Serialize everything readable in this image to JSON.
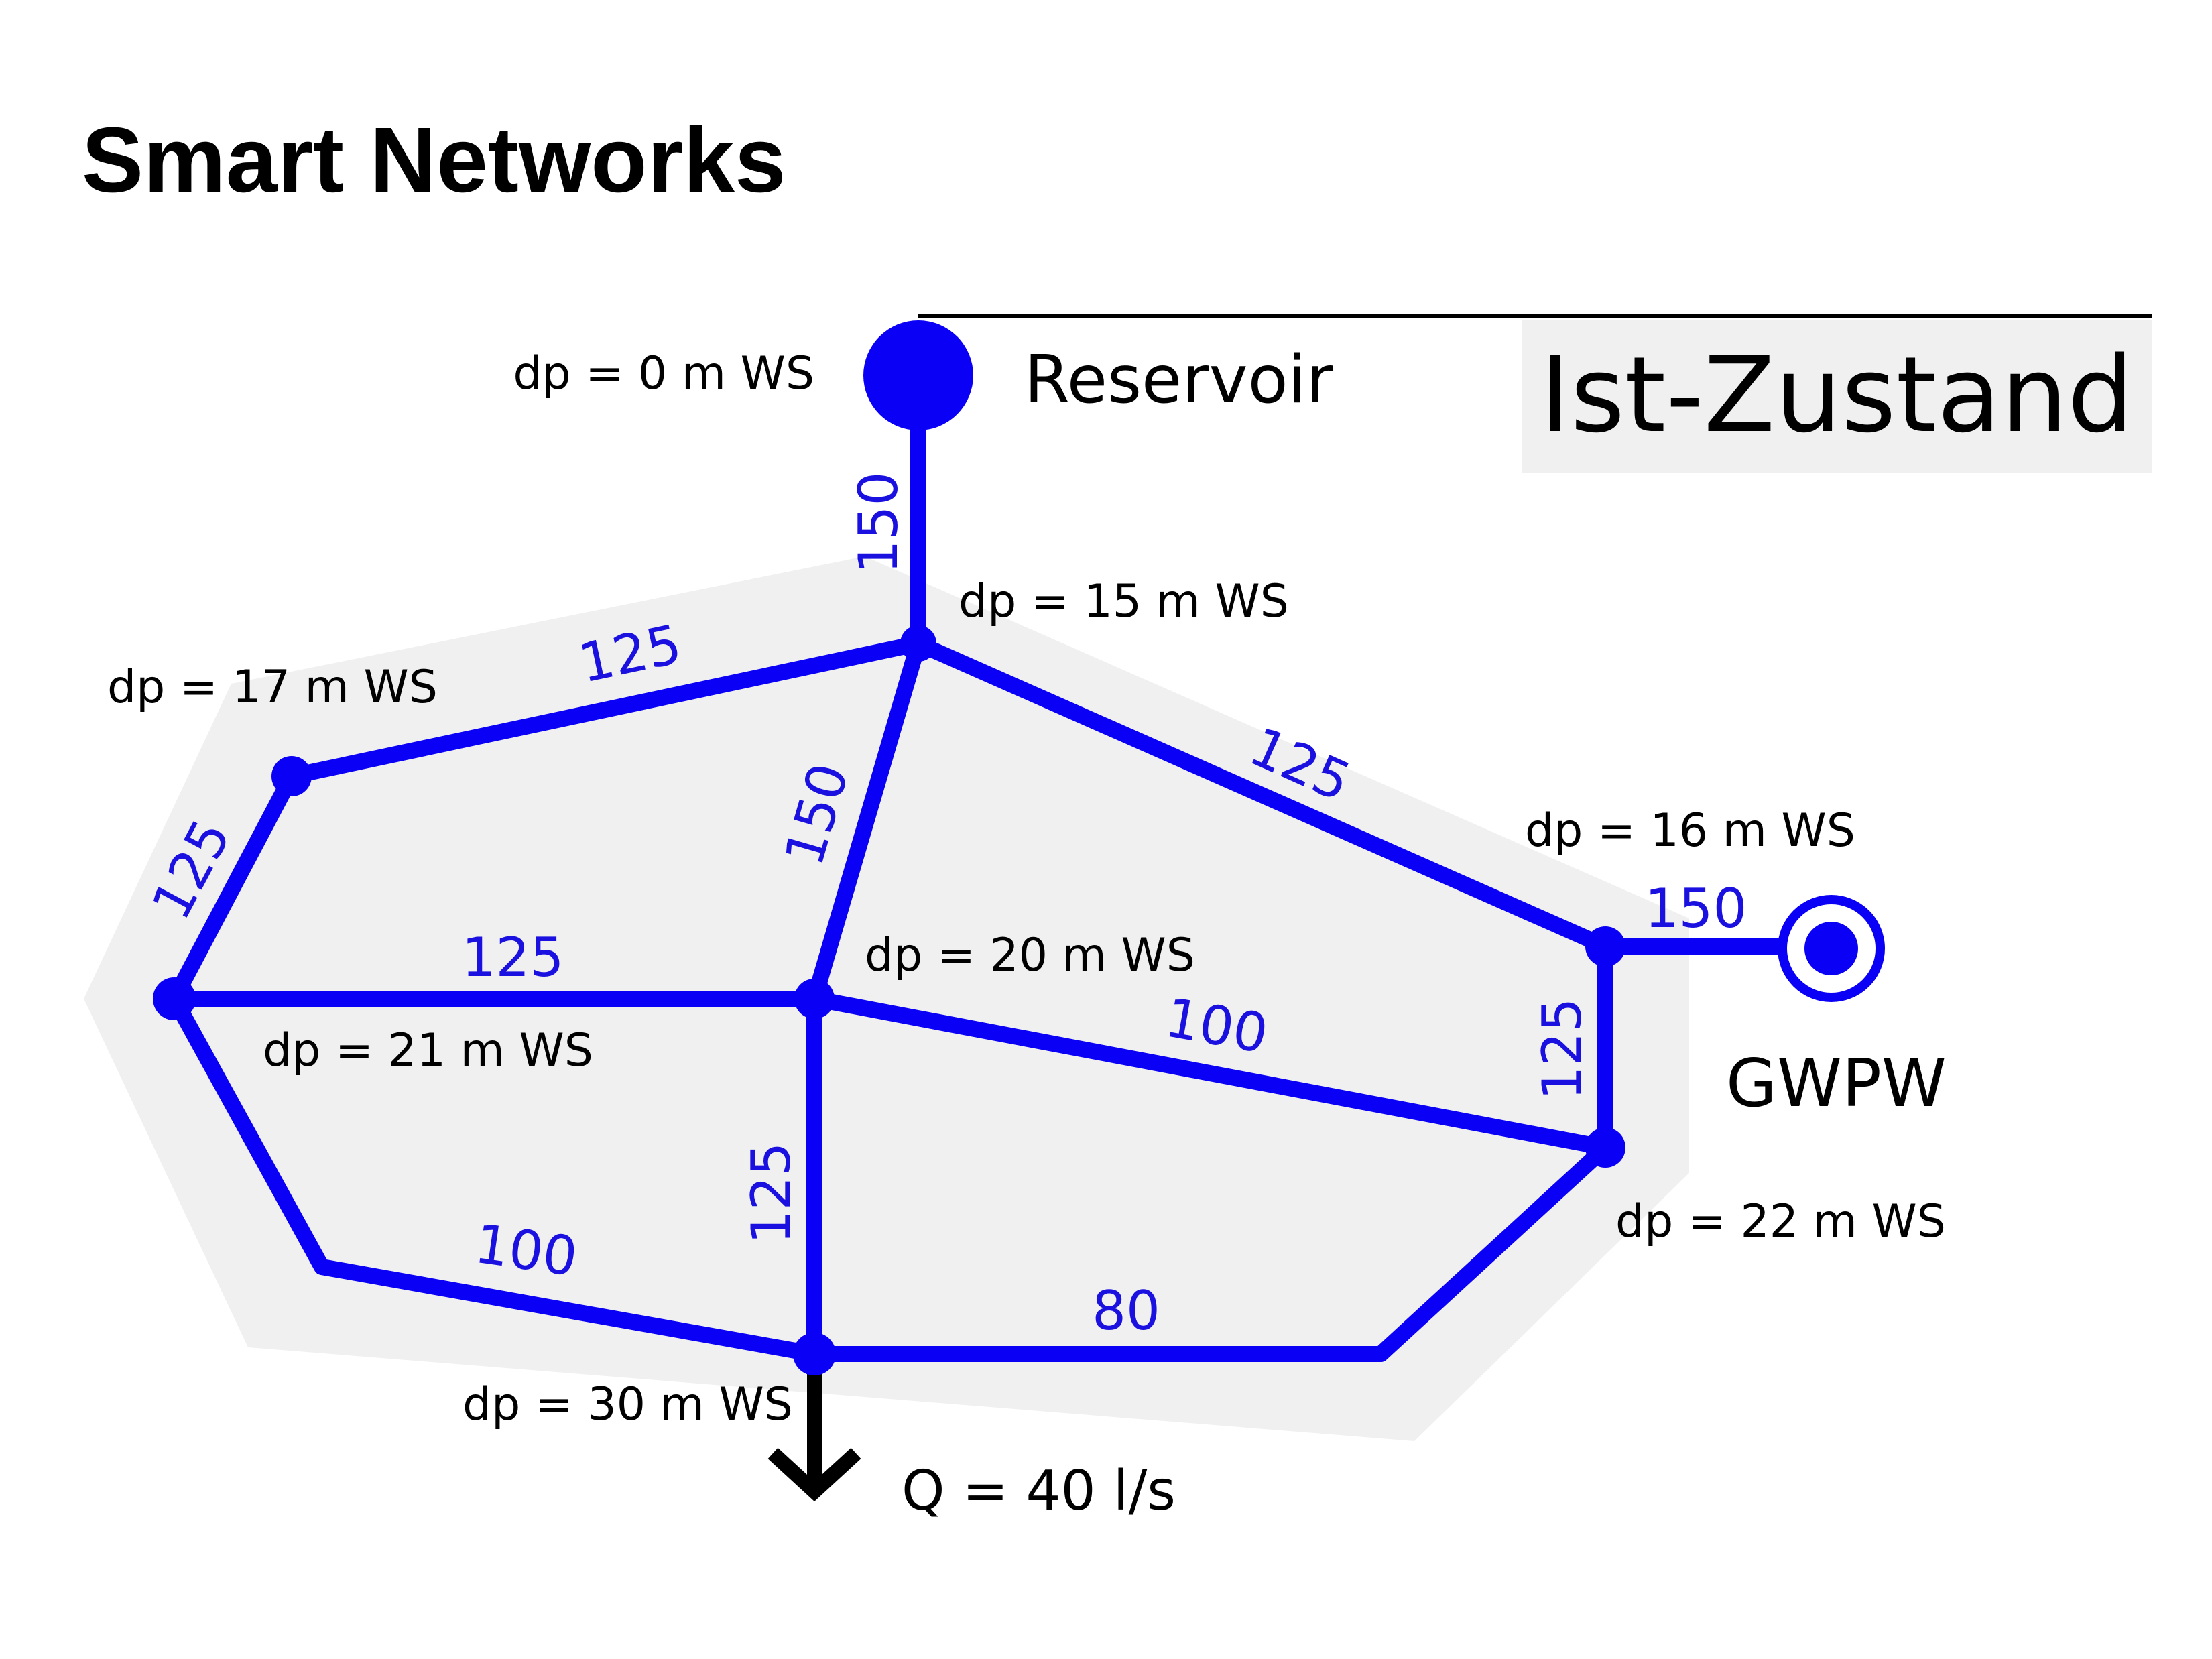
{
  "title": "Smart Networks",
  "state_label": "Ist-Zustand",
  "colors": {
    "pipe": "#0a00f5",
    "pipe_label": "#1a10e0",
    "zone": "#f0f0f0",
    "outflow_arrow": "#000000"
  },
  "reservoir": {
    "label": "Reservoir",
    "pressure": "dp = 0 m WS"
  },
  "gwpw": {
    "label": "GWPW"
  },
  "outflow": {
    "label": "Q = 40 l/s"
  },
  "junction_pressures": {
    "top_center": "dp = 15 m WS",
    "upper_left": "dp = 17 m WS",
    "right_upper": "dp = 16 m WS",
    "center": "dp = 20 m WS",
    "left": "dp = 21 m WS",
    "right_lower": "dp = 22 m WS",
    "bottom_center": "dp = 30 m WS"
  },
  "pipe_diameters": {
    "reservoir_riser": "150",
    "top_to_upper_left": "125",
    "top_to_right_upper": "125",
    "top_to_center": "150",
    "upper_left_to_left": "125",
    "left_to_center": "125",
    "center_to_right_lower": "100",
    "right_upper_to_gwpw": "150",
    "right_upper_to_right_lower": "125",
    "center_to_bottom": "125",
    "left_to_bottom": "100",
    "bottom_to_right_lower": "80"
  }
}
